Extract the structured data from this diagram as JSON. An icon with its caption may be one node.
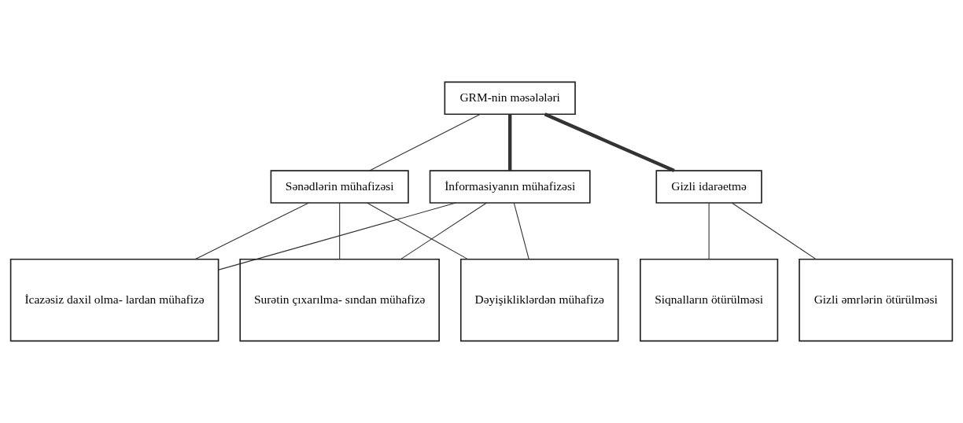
{
  "diagram": {
    "nodes": [
      {
        "text": [
          "GRM-nin məsələləri"
        ]
      },
      {
        "text": [
          "İnformasiyanın mühafizəsi"
        ]
      },
      {
        "text": [
          "Sənədlərin mühafizəsi"
        ]
      },
      {
        "text": [
          "Gizli idarəetmə"
        ]
      },
      {
        "text": [
          "İcazəsiz daxil olma- lardan mühafizə"
        ]
      },
      {
        "text": [
          "Surətin çıxarılma- sından mühafizə"
        ]
      },
      {
        "text": [
          "Dəyişikliklərdən mühafizə"
        ]
      },
      {
        "text": [
          "Gizli əmrlərin ötürülməsi"
        ]
      },
      {
        "text": [
          "Siqnalların ötürülməsi"
        ]
      }
    ],
    "edges": [
      {
        "from": 0,
        "to": 1,
        "arrow": "none",
        "style": "thick"
      },
      {
        "from": 0,
        "to": 2,
        "arrow": "none"
      },
      {
        "from": 0,
        "to": 3,
        "arrow": "none",
        "style": "thick"
      },
      {
        "from": 1,
        "to": 4,
        "arrow": "none"
      },
      {
        "from": 1,
        "to": 5,
        "arrow": "none"
      },
      {
        "from": 1,
        "to": 6,
        "arrow": "none"
      },
      {
        "from": 2,
        "to": 4,
        "arrow": "none"
      },
      {
        "from": 2,
        "to": 5,
        "arrow": "none"
      },
      {
        "from": 2,
        "to": 6,
        "arrow": "none"
      },
      {
        "from": 3,
        "to": 7,
        "arrow": "none"
      },
      {
        "from": 3,
        "to": 8,
        "arrow": "none"
      }
    ]
  }
}
